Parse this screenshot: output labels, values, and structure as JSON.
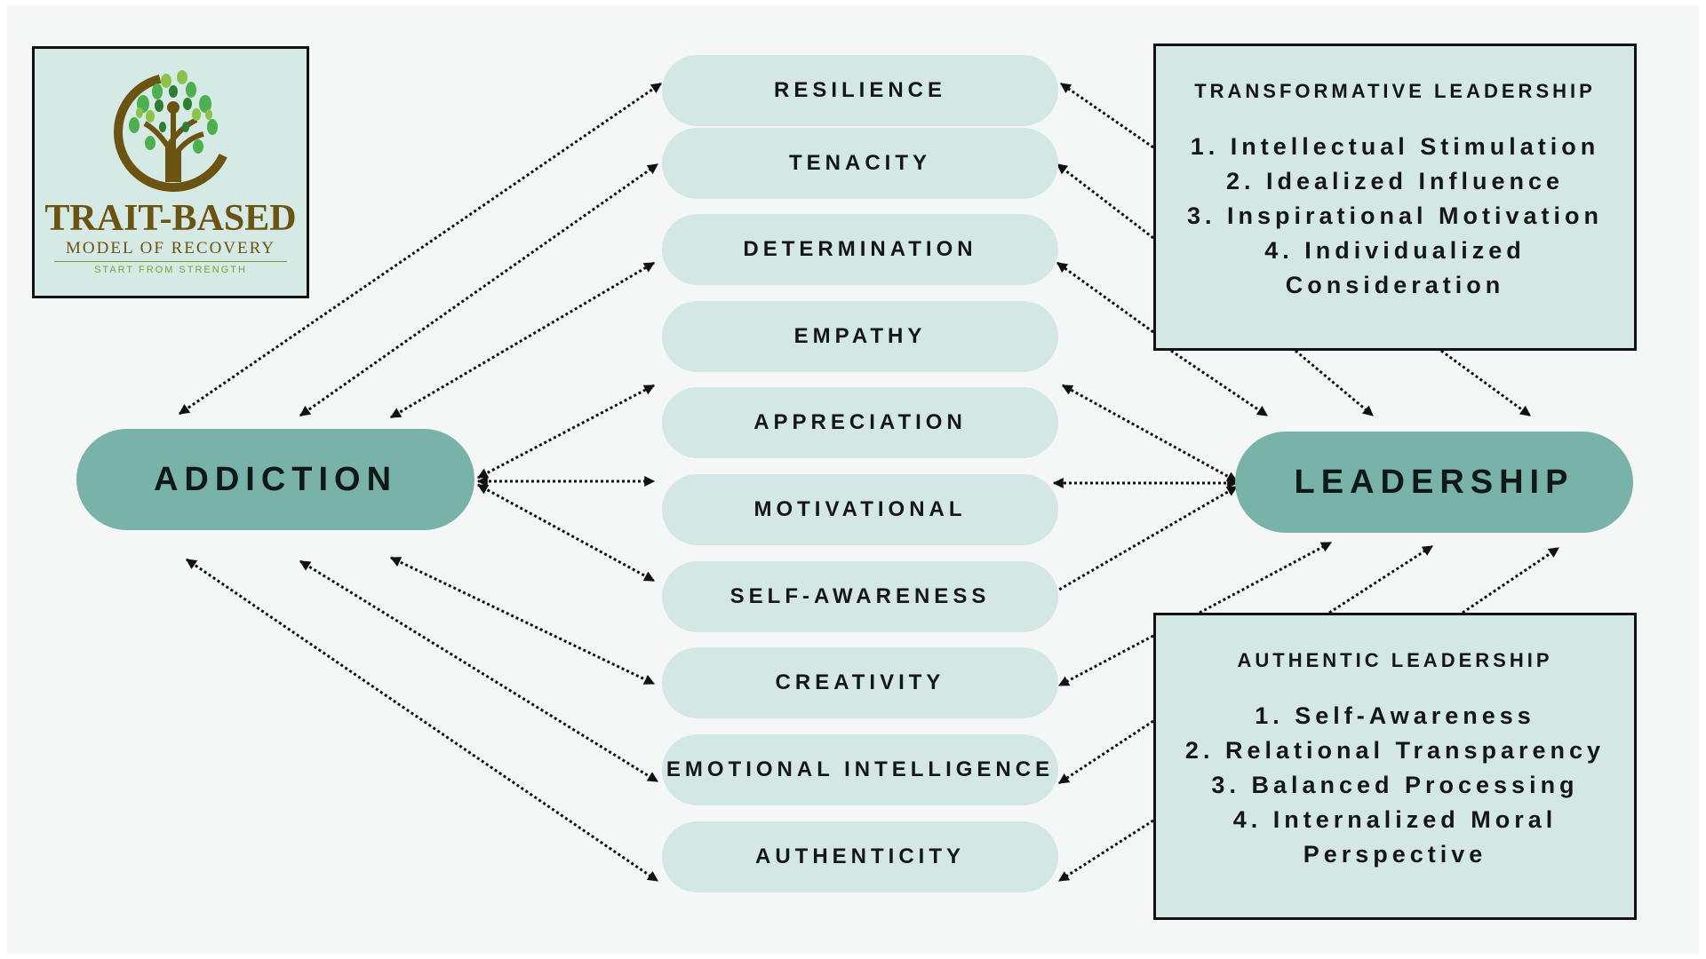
{
  "logo": {
    "title": "TRAIT-BASED",
    "subtitle": "MODEL OF RECOVERY",
    "tagline": "START FROM STRENGTH"
  },
  "hubs": {
    "left": "ADDICTION",
    "right": "LEADERSHIP"
  },
  "traits": [
    "RESILIENCE",
    "TENACITY",
    "DETERMINATION",
    "EMPATHY",
    "APPRECIATION",
    "MOTIVATIONAL",
    "SELF-AWARENESS",
    "CREATIVITY",
    "EMOTIONAL INTELLIGENCE",
    "AUTHENTICITY"
  ],
  "transformative": {
    "title": "TRANSFORMATIVE LEADERSHIP",
    "items": [
      "1. Intellectual Stimulation",
      "2. Idealized Influence",
      "3. Inspirational Motivation",
      "4. Individualized",
      "Consideration"
    ]
  },
  "authentic": {
    "title": "AUTHENTIC LEADERSHIP",
    "items": [
      "1. Self-Awareness",
      "2. Relational Transparency",
      "3. Balanced Processing",
      "4. Internalized Moral",
      "Perspective"
    ]
  },
  "colors": {
    "hub": "#79b2a9",
    "pill": "#d3e8e4",
    "background": "#f5f6f6",
    "logo_brown": "#6b5312",
    "logo_green": "#4caf50"
  }
}
